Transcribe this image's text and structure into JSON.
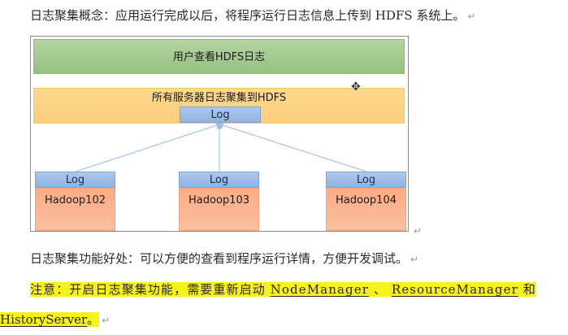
{
  "document": {
    "paragraph1": {
      "text": "日志聚集概念：应用运行完成以后，将程序运行日志信息上传到 HDFS 系统上。"
    },
    "diagram": {
      "top_bar": {
        "label": "用户查看HDFS日志",
        "color": "#a5cb8f"
      },
      "middle_bar": {
        "label": "所有服务器日志聚集到HDFS",
        "color": "#fdd484"
      },
      "aggregate_log": {
        "label": "Log",
        "color": "#9fbee7"
      },
      "nodes": [
        {
          "log_label": "Log",
          "name": "Hadoop102"
        },
        {
          "log_label": "Log",
          "name": "Hadoop103"
        },
        {
          "log_label": "Log",
          "name": "Hadoop104"
        }
      ],
      "node_color": "#fbb593",
      "arrow_color": "#9fbde0"
    },
    "paragraph2": {
      "text": "日志聚集功能好处：可以方便的查看到程序运行详情，方便开发调试。"
    },
    "paragraph3": {
      "prefix": "注意：开启日志聚集功能，需要重新启动 ",
      "nodemanager": "NodeManager",
      "separator": " 、",
      "resourcemanager": "ResourceManager",
      "conjunction": " 和",
      "historyserver": "HistoryServer",
      "suffix": "。",
      "highlight_color": "#f7f21a"
    },
    "paragraph_mark": "↵"
  }
}
